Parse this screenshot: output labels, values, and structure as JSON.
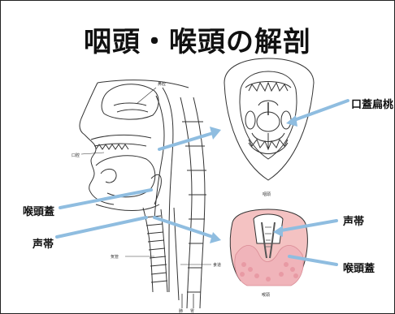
{
  "title": "咽頭・喉頭の解剖",
  "labels": {
    "tonsil": "口蓋扁桃",
    "epiglottis_left": "喉頭蓋",
    "vocal_cord_left": "声帯",
    "vocal_cord_right": "声帯",
    "epiglottis_right": "喉頭蓋"
  },
  "small_labels": {
    "nasal": "鼻腔",
    "oral": "口腔",
    "trachea": "気管",
    "esophagus": "食道",
    "mouth_view": "咽頭",
    "larynx_view": "喉頭",
    "lung": "肺",
    "stomach": "胃"
  },
  "colors": {
    "arrow": "#8fbde0",
    "line": "#333333",
    "pink": "#f4c2c2",
    "pink_dark": "#d98a94",
    "white": "#ffffff"
  }
}
